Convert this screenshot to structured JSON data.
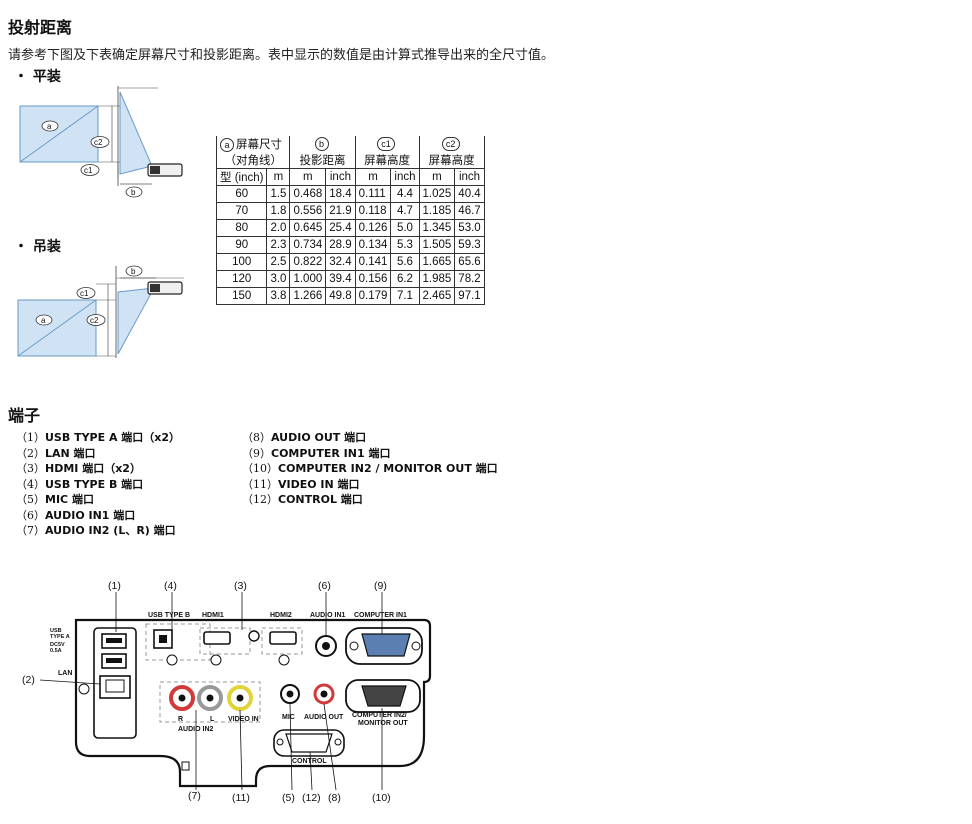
{
  "title": "投射距离",
  "intro": "请参考下图及下表确定屏幕尺寸和投影距离。表中显示的数值是由计算式推导出来的全尺寸值。",
  "mount_flat": "・ 平装",
  "mount_ceiling": "・ 吊装",
  "diagram_labels": {
    "a": "a",
    "b": "b",
    "c1": "c1",
    "c2": "c2"
  },
  "table": {
    "h_a_mark": "a",
    "h_a_line1": "屏幕尺寸",
    "h_a_line2": "（对角线）",
    "h_b_mark": "b",
    "h_b": "投影距离",
    "h_c1_mark": "c1",
    "h_c1": "屏幕高度",
    "h_c2_mark": "c2",
    "h_c2": "屏幕高度",
    "units": [
      "型 (inch)",
      "m",
      "m",
      "inch",
      "m",
      "inch",
      "m",
      "inch"
    ],
    "rows": [
      [
        "60",
        "1.5",
        "0.468",
        "18.4",
        "0.111",
        "4.4",
        "1.025",
        "40.4"
      ],
      [
        "70",
        "1.8",
        "0.556",
        "21.9",
        "0.118",
        "4.7",
        "1.185",
        "46.7"
      ],
      [
        "80",
        "2.0",
        "0.645",
        "25.4",
        "0.126",
        "5.0",
        "1.345",
        "53.0"
      ],
      [
        "90",
        "2.3",
        "0.734",
        "28.9",
        "0.134",
        "5.3",
        "1.505",
        "59.3"
      ],
      [
        "100",
        "2.5",
        "0.822",
        "32.4",
        "0.141",
        "5.6",
        "1.665",
        "65.6"
      ],
      [
        "120",
        "3.0",
        "1.000",
        "39.4",
        "0.156",
        "6.2",
        "1.985",
        "78.2"
      ],
      [
        "150",
        "3.8",
        "1.266",
        "49.8",
        "0.179",
        "7.1",
        "2.465",
        "97.1"
      ]
    ]
  },
  "terminals_title": "端子",
  "terminals": [
    {
      "n": "（1）",
      "t": "USB TYPE A 端口（x2）"
    },
    {
      "n": "（2）",
      "t": "LAN 端口"
    },
    {
      "n": "（3）",
      "t": "HDMI 端口（x2）"
    },
    {
      "n": "（4）",
      "t": "USB TYPE B 端口"
    },
    {
      "n": "（5）",
      "t": "MIC 端口"
    },
    {
      "n": "（6）",
      "t": "AUDIO IN1 端口"
    },
    {
      "n": "（7）",
      "t": "AUDIO IN2 (L、R) 端口"
    },
    {
      "n": "（8）",
      "t": "AUDIO OUT 端口"
    },
    {
      "n": "（9）",
      "t": "COMPUTER IN1 端口"
    },
    {
      "n": "（10）",
      "t": "COMPUTER IN2 / MONITOR OUT 端口"
    },
    {
      "n": "（11）",
      "t": "VIDEO IN 端口"
    },
    {
      "n": "（12）",
      "t": "CONTROL 端口"
    }
  ],
  "panel": {
    "callouts": [
      "(1)",
      "(2)",
      "(3)",
      "(4)",
      "(5)",
      "(6)",
      "(7)",
      "(8)",
      "(9)",
      "(10)",
      "(11)",
      "(12)"
    ],
    "labels": {
      "usb_b": "USB TYPE B",
      "hdmi1": "HDMI1",
      "hdmi2": "HDMI2",
      "audio_in1": "AUDIO IN1",
      "computer_in1": "COMPUTER IN1",
      "lan": "LAN",
      "usb_a": "USB TYPE A",
      "usb_a_power": "DC5V 0.5A",
      "r": "R",
      "l": "L",
      "audio_in2": "AUDIO IN2",
      "video_in": "VIDEO IN",
      "mic": "MIC",
      "audio_out": "AUDIO OUT",
      "computer_in2": "COMPUTER IN2/",
      "monitor_out": "MONITOR OUT",
      "control": "CONTROL"
    }
  }
}
